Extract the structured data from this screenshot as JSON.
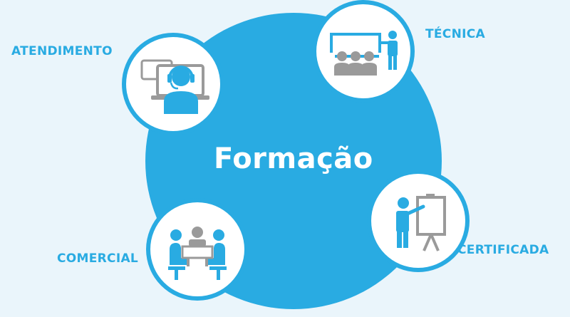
{
  "diagram": {
    "center": {
      "title": "Formação"
    },
    "nodes": [
      {
        "id": "atendimento",
        "label": "ATENDIMENTO",
        "icon": "headset-agent-laptop-icon"
      },
      {
        "id": "tecnica",
        "label": "TÉCNICA",
        "icon": "classroom-presentation-icon"
      },
      {
        "id": "certificada",
        "label": "CERTIFICADA",
        "icon": "presenter-whiteboard-icon"
      },
      {
        "id": "comercial",
        "label": "COMERCIAL",
        "icon": "business-meeting-icon"
      }
    ]
  },
  "colors": {
    "background": "#eaf5fb",
    "accent": "#29abe2",
    "icon_blue": "#29abe2",
    "icon_gray": "#9a9a9a",
    "node_fill": "#ffffff",
    "label_text": "#29abe2",
    "title_text": "#ffffff"
  }
}
